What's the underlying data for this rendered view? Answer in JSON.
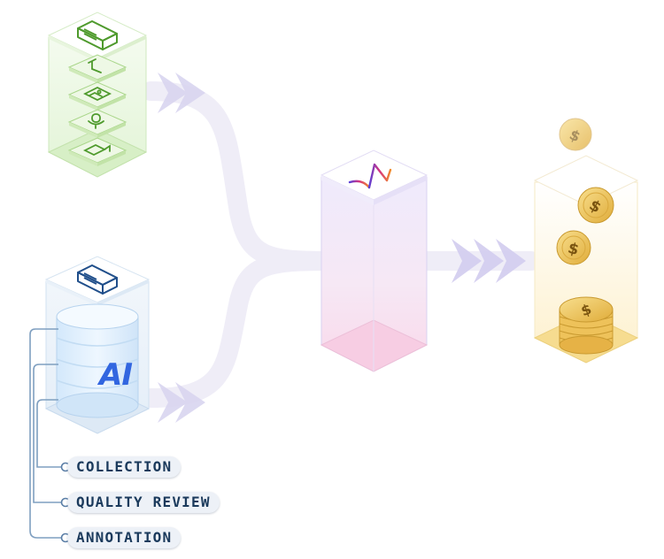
{
  "pipeline": {
    "sources": [
      {
        "kind": "enterprise-data",
        "icon": "building-icon",
        "modalities": [
          "text-icon",
          "image-icon",
          "audio-icon",
          "video-icon"
        ],
        "accent": "#4e9a2c"
      },
      {
        "kind": "ai-data",
        "icon": "building-icon",
        "badge": "AI",
        "accent": "#1f4e8a"
      }
    ],
    "hub": {
      "icon": "brand-logo-icon"
    },
    "output": {
      "icon": "coins-icon",
      "accent": "#e3b84a"
    }
  },
  "services": [
    {
      "label": "COLLECTION"
    },
    {
      "label": "QUALITY REVIEW"
    },
    {
      "label": "ANNOTATION"
    }
  ]
}
